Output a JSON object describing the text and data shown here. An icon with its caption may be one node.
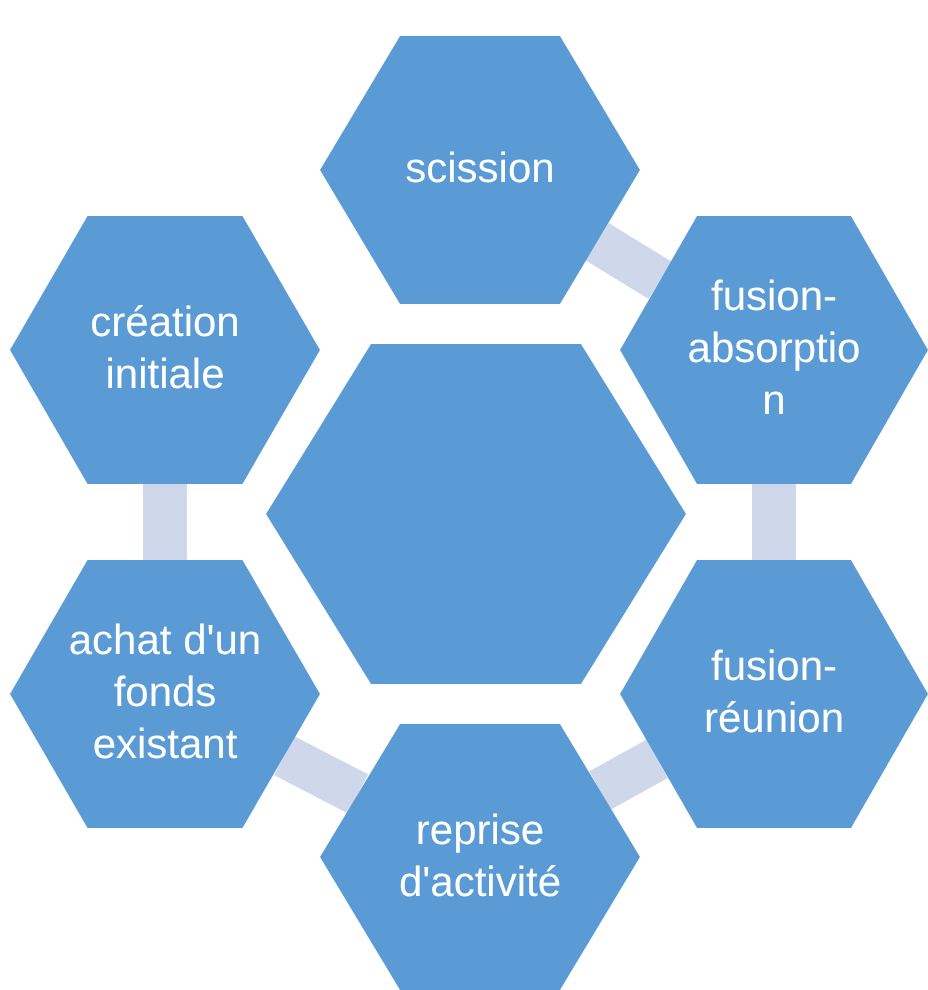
{
  "diagram": {
    "nodes": [
      {
        "text": [
          "scission"
        ]
      },
      {
        "text": [
          "création initiale"
        ]
      },
      {
        "text": [],
        "shape": "hexagon"
      },
      {
        "text": [
          "fusion-absorption"
        ]
      },
      {
        "text": [
          "achat d'un fonds existant"
        ]
      },
      {
        "text": [
          "fusion-réunion"
        ]
      },
      {
        "text": [
          "reprise d'activité"
        ]
      }
    ],
    "edges": [
      {
        "from": 0,
        "to": 3,
        "arrow": "none"
      },
      {
        "from": 3,
        "to": 5,
        "arrow": "none"
      },
      {
        "from": 5,
        "to": 6,
        "arrow": "none"
      },
      {
        "from": 6,
        "to": 4,
        "arrow": "none"
      },
      {
        "from": 4,
        "to": 1,
        "arrow": "none"
      }
    ]
  }
}
